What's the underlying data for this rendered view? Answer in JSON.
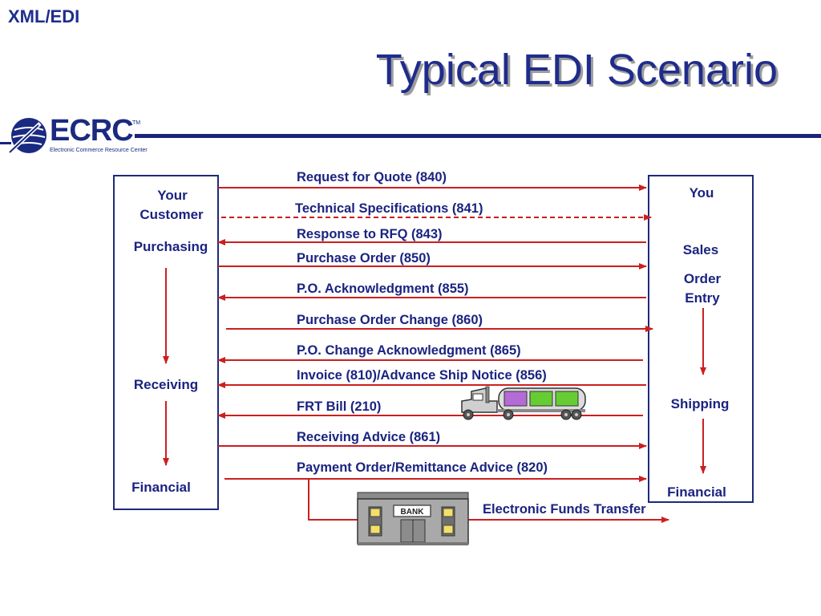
{
  "header": {
    "tag": "XML/EDI",
    "title": "Typical EDI Scenario"
  },
  "logo": {
    "name": "ECRC",
    "tm": "TM",
    "subtitle": "Electronic Commerce Resource Center"
  },
  "customer": {
    "heading_line1": "Your",
    "heading_line2": "Customer",
    "purchasing": "Purchasing",
    "receiving": "Receiving",
    "financial": "Financial"
  },
  "you": {
    "heading": "You",
    "sales": "Sales",
    "order_line1": "Order",
    "order_line2": "Entry",
    "shipping": "Shipping",
    "financial": "Financial"
  },
  "messages": [
    {
      "label": "Request for Quote  (840)",
      "direction": "right",
      "dashed": false
    },
    {
      "label": "Technical Specifications (841)",
      "direction": "right",
      "dashed": true
    },
    {
      "label": "Response to RFQ (843)",
      "direction": "left",
      "dashed": false
    },
    {
      "label": "Purchase Order (850)",
      "direction": "right",
      "dashed": false
    },
    {
      "label": "P.O. Acknowledgment (855)",
      "direction": "left",
      "dashed": false
    },
    {
      "label": "Purchase Order Change (860)",
      "direction": "right",
      "dashed": false
    },
    {
      "label": "P.O. Change Acknowledgment (865)",
      "direction": "left",
      "dashed": false
    },
    {
      "label": "Invoice (810)/Advance Ship Notice (856)",
      "direction": "left",
      "dashed": false
    },
    {
      "label": "FRT Bill (210)",
      "direction": "left",
      "dashed": false
    },
    {
      "label": "Receiving Advice (861)",
      "direction": "right",
      "dashed": false
    },
    {
      "label": "Payment Order/Remittance Advice (820)",
      "direction": "right",
      "dashed": false
    }
  ],
  "eft": {
    "label": "Electronic Funds Transfer"
  },
  "bank": {
    "sign": "BANK"
  },
  "colors": {
    "arrow": "#cc1f1f",
    "text": "#1a2480",
    "box": "#1e2a78"
  }
}
